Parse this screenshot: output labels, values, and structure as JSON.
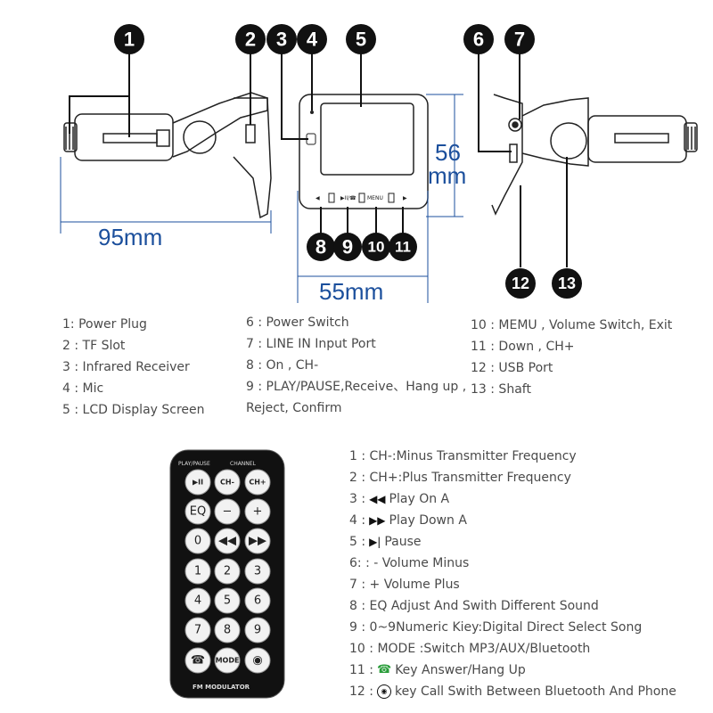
{
  "callouts": [
    "1",
    "2",
    "3",
    "4",
    "5",
    "6",
    "7",
    "8",
    "9",
    "10",
    "11",
    "12",
    "13"
  ],
  "dimensions": {
    "width_left": "95mm",
    "height_value": "56",
    "height_unit": "mm",
    "width_front": "55mm"
  },
  "parts_col1": [
    "1: Power Plug",
    "2 : TF Slot",
    "3 : Infrared Receiver",
    "4 : Mic",
    "5 : LCD Display Screen"
  ],
  "parts_col2": [
    "6 : Power Switch",
    "7 : LINE IN Input Port",
    "8 : On  , CH-",
    "9 : PLAY/PAUSE,Receive、Hang up ,",
    "Reject, Confirm"
  ],
  "parts_col3": [
    "10 : MEMU , Volume Switch, Exit",
    "11 : Down , CH+",
    "12 : USB Port",
    "13 : Shaft"
  ],
  "remote": {
    "header_left": "PLAY/PAUSE",
    "header_right": "CHANNEL",
    "keys": [
      "▶II",
      "CH-",
      "CH+",
      "EQ",
      "−",
      "+",
      "0",
      "◀◀",
      "▶▶",
      "1",
      "2",
      "3",
      "4",
      "5",
      "6",
      "7",
      "8",
      "9",
      "☎",
      "MODE",
      "◉"
    ],
    "footer": "FM MODULATOR"
  },
  "remote_legend": [
    {
      "num": "1 :",
      "icon": "",
      "text": "CH-:Minus Transmitter Frequency"
    },
    {
      "num": "2 :",
      "icon": "",
      "text": "CH+:Plus Transmitter Frequency"
    },
    {
      "num": "3 :",
      "icon": "◀◀",
      "text": "Play On A"
    },
    {
      "num": "4 :",
      "icon": "▶▶",
      "text": "Play Down A"
    },
    {
      "num": "5 :",
      "icon": "▶|",
      "text": " Pause"
    },
    {
      "num": "6: :",
      "icon": "",
      "text": "- Volume Minus"
    },
    {
      "num": "7 :",
      "icon": "",
      "text": "+ Volume Plus"
    },
    {
      "num": "8 :",
      "icon": "",
      "text": "EQ Adjust And Swith Different Sound"
    },
    {
      "num": "9 :",
      "icon": "",
      "text": "0~9Numeric Kiey:Digital Direct Select Song"
    },
    {
      "num": "10 :",
      "icon": "",
      "text": "MODE :Switch MP3/AUX/Bluetooth"
    },
    {
      "num": "11 :",
      "icon": "☎",
      "text": "Key Answer/Hang Up"
    },
    {
      "num": "12 :",
      "icon": "◉",
      "text": "key  Call Swith Between Bluetooth And Phone"
    }
  ]
}
